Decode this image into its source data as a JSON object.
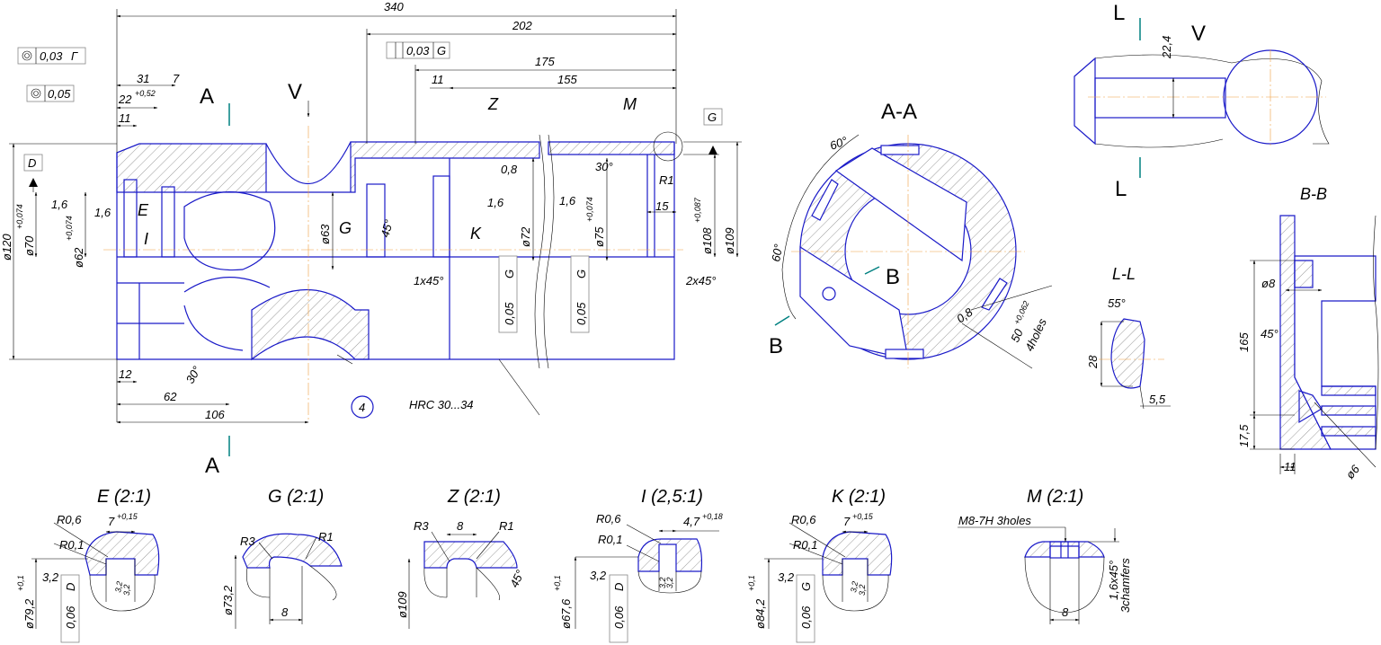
{
  "main_view": {
    "labels": {
      "overall_length": "340",
      "len_202": "202",
      "len_175": "175",
      "len_155": "155",
      "len_31": "31",
      "len_7": "7",
      "len_22": "22",
      "len_22_tol": "+0,52",
      "len_11a": "11",
      "len_11b": "11",
      "len_15": "15",
      "len_12": "12",
      "len_62": "62",
      "len_106": "106",
      "angle_30a": "30°",
      "angle_30b": "30°",
      "angle_45": "45°",
      "chamfer_1x45": "1x45°",
      "chamfer_2x45": "2x45°",
      "rough_16a": "1,6",
      "rough_16b": "1,6",
      "rough_16c": "1,6",
      "rough_16d": "1,6",
      "rough_08": "0,8",
      "r1": "R1",
      "dia_120": "ø120",
      "dia_70": "ø70",
      "dia_70_tol": "+0,074",
      "dia_62": "ø62",
      "dia_62_tol": "+0,074",
      "dia_63": "ø63",
      "dia_72": "ø72",
      "dia_75": "ø75",
      "dia_75_tol": "+0,074",
      "dia_108": "ø108",
      "dia_108_tol": "+0,087",
      "dia_109": "ø109",
      "tol_003_gamma": "0,03",
      "tol_gamma_datum": "Г",
      "tol_005": "0,05",
      "tol_003_g": "0,03",
      "tol_g_datum": "G",
      "tol_005_g1": "0,05",
      "tol_005_g2": "0,05",
      "datum_g_ref1": "G",
      "datum_g_ref2": "G",
      "datum_d": "D",
      "datum_g": "G",
      "mark_e": "E",
      "mark_i": "I",
      "mark_g": "G",
      "mark_k": "K",
      "mark_z": "Z",
      "mark_m": "M",
      "section_a_top": "A",
      "section_a_bottom": "A",
      "view_v": "V",
      "balloon": "4",
      "hardness": "HRC 30...34"
    }
  },
  "section_aa": {
    "title": "A-A",
    "angle_60a": "60°",
    "angle_60b": "60°",
    "mark_b1": "B",
    "mark_b2": "B",
    "rough": "0,8",
    "hole_dim": "50",
    "hole_tol": "+0,062",
    "hole_count": "4holes"
  },
  "view_v": {
    "mark_l1": "L",
    "mark_l2": "L",
    "title": "V",
    "dim_224": "22,4"
  },
  "section_ll": {
    "title": "L-L",
    "angle_55": "55°",
    "dim_28": "28",
    "dim_55": "5,5"
  },
  "section_bb": {
    "title": "B-B",
    "dia_8": "ø8",
    "dim_165": "165",
    "angle_45": "45°",
    "dim_175": "17,5",
    "dim_11": "11",
    "dia_6": "ø6"
  },
  "details": {
    "e": {
      "title": "E (2:1)",
      "r06": "R0,6",
      "r01": "R0,1",
      "w": "7",
      "w_tol": "+0,15",
      "r32": "3,2",
      "r32b": "3,2",
      "r32c": "3,2",
      "dia": "ø79,2",
      "dia_tol": "+0,1",
      "tol": "0,06",
      "datum": "D"
    },
    "g": {
      "title": "G (2:1)",
      "r3": "R3",
      "r1": "R1",
      "dia": "ø73,2",
      "w": "8"
    },
    "z": {
      "title": "Z (2:1)",
      "r3": "R3",
      "w": "8",
      "r1": "R1",
      "dia": "ø109",
      "angle": "45°"
    },
    "i": {
      "title": "I (2,5:1)",
      "r06": "R0,6",
      "r01": "R0,1",
      "w": "4,7",
      "w_tol": "+0,18",
      "r32": "3,2",
      "r32b": "3,2",
      "r32c": "3,2",
      "dia": "ø67,6",
      "dia_tol": "+0,1",
      "tol": "0,06",
      "datum": "D"
    },
    "k": {
      "title": "K (2:1)",
      "r06": "R0,6",
      "r01": "R0,1",
      "w": "7",
      "w_tol": "+0,15",
      "r32": "3,2",
      "r32b": "3,2",
      "r32c": "3,2",
      "dia": "ø84,2",
      "dia_tol": "+0,1",
      "tol": "0,06",
      "datum": "G"
    },
    "m": {
      "title": "M (2:1)",
      "thread": "M8-7H  3holes",
      "w": "8",
      "chamfer": "1,6x45°",
      "chamfer_count": "3chamfers"
    }
  },
  "colors": {
    "outline": "#1a1ac8",
    "centerline": "#f0a040",
    "section_mark": "#008080",
    "text": "#000000"
  }
}
